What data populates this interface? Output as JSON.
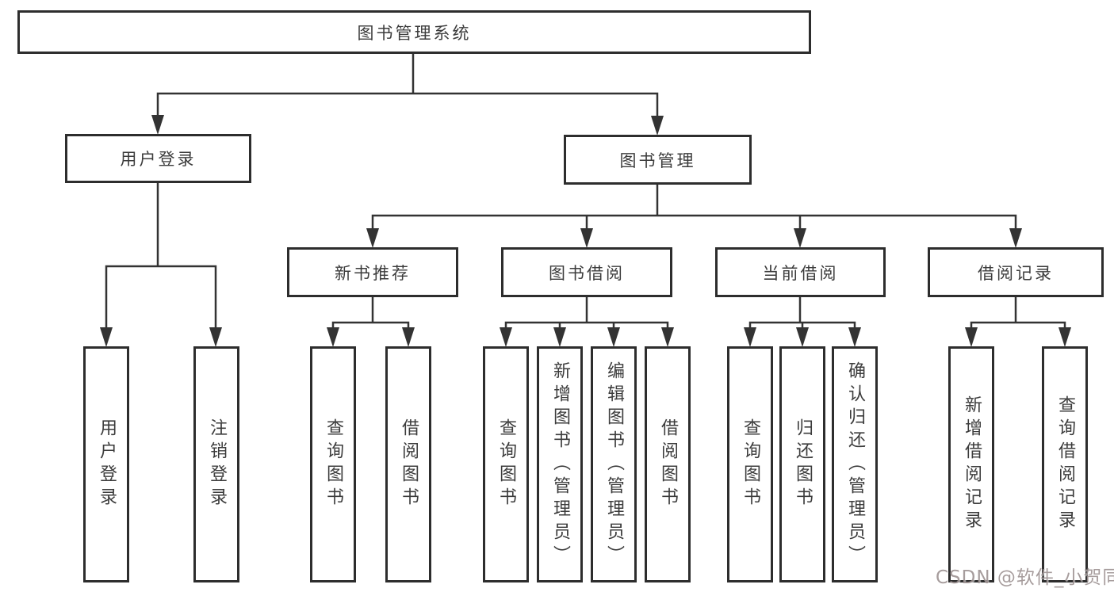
{
  "diagram": {
    "type": "hierarchy-tree",
    "background_color": "#ffffff",
    "line_color": "#333333",
    "border_color": "#2d2d2d",
    "text_color": "#3c3c3c",
    "watermark": "CSDN @软件_小贺同学",
    "watermark_color": "#9a8e8e",
    "tree": {
      "root": {
        "label": "图书管理系统"
      },
      "level1": [
        {
          "label": "用户登录",
          "children": [
            {
              "label": "用户登录"
            },
            {
              "label": "注销登录"
            }
          ]
        },
        {
          "label": "图书管理",
          "children": [
            {
              "label": "新书推荐",
              "children": [
                {
                  "label": "查询图书"
                },
                {
                  "label": "借阅图书"
                }
              ]
            },
            {
              "label": "图书借阅",
              "children": [
                {
                  "label": "查询图书"
                },
                {
                  "label": "新增图书（管理员）"
                },
                {
                  "label": "编辑图书（管理员）"
                },
                {
                  "label": "借阅图书"
                }
              ]
            },
            {
              "label": "当前借阅",
              "children": [
                {
                  "label": "查询图书"
                },
                {
                  "label": "归还图书"
                },
                {
                  "label": "确认归还（管理员）"
                }
              ]
            },
            {
              "label": "借阅记录",
              "children": [
                {
                  "label": "新增借阅记录"
                },
                {
                  "label": "查询借阅记录"
                }
              ]
            }
          ]
        }
      ]
    }
  }
}
